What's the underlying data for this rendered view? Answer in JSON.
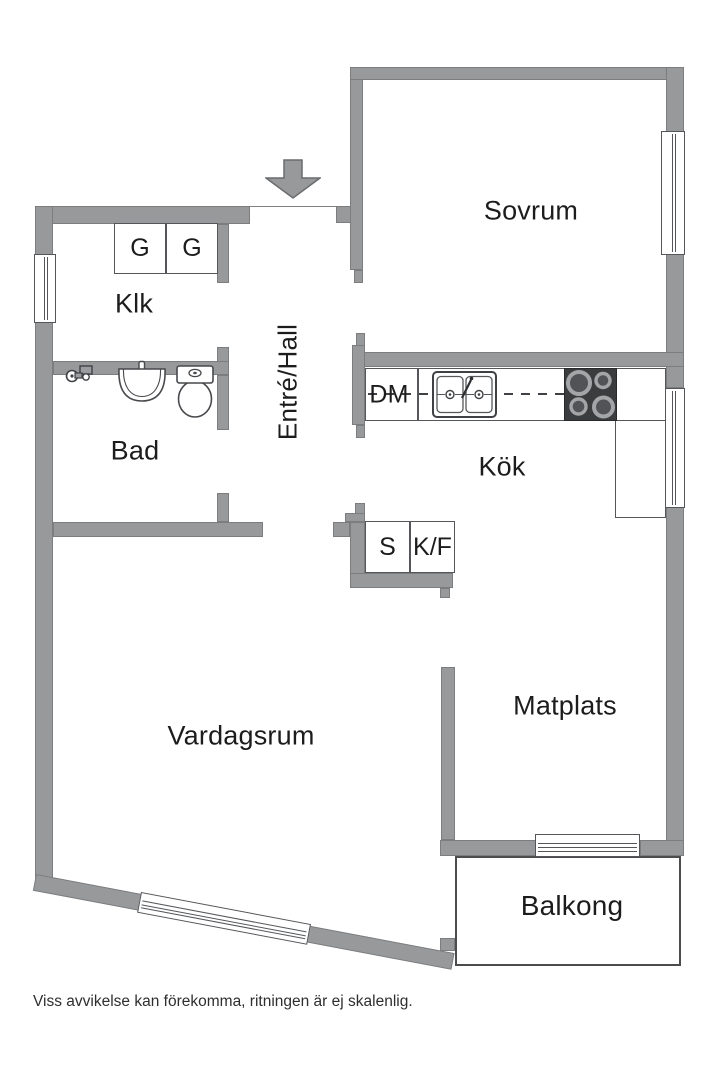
{
  "rooms": [
    {
      "id": "sovrum",
      "label": "Sovrum"
    },
    {
      "id": "klk",
      "label": "Klk"
    },
    {
      "id": "bad",
      "label": "Bad"
    },
    {
      "id": "entre_hall",
      "label": "Entré/Hall"
    },
    {
      "id": "kok",
      "label": "Kök"
    },
    {
      "id": "vardagsrum",
      "label": "Vardagsrum"
    },
    {
      "id": "matplats",
      "label": "Matplats"
    },
    {
      "id": "balkong",
      "label": "Balkong"
    }
  ],
  "fixtures": {
    "wardrobe_1": "G",
    "wardrobe_2": "G",
    "dishwasher": "DM",
    "cleaning_closet": "S",
    "fridge_freezer": "K/F"
  },
  "footer": {
    "disclaimer": "Viss avvikelse kan förekomma, ritningen är ej skalenlig."
  },
  "colors": {
    "wall": "#97999b",
    "outline": "#54565a",
    "text": "#1c1c1c",
    "stove_body": "#3a3c3e",
    "burner_ring": "#a3a5a7"
  }
}
